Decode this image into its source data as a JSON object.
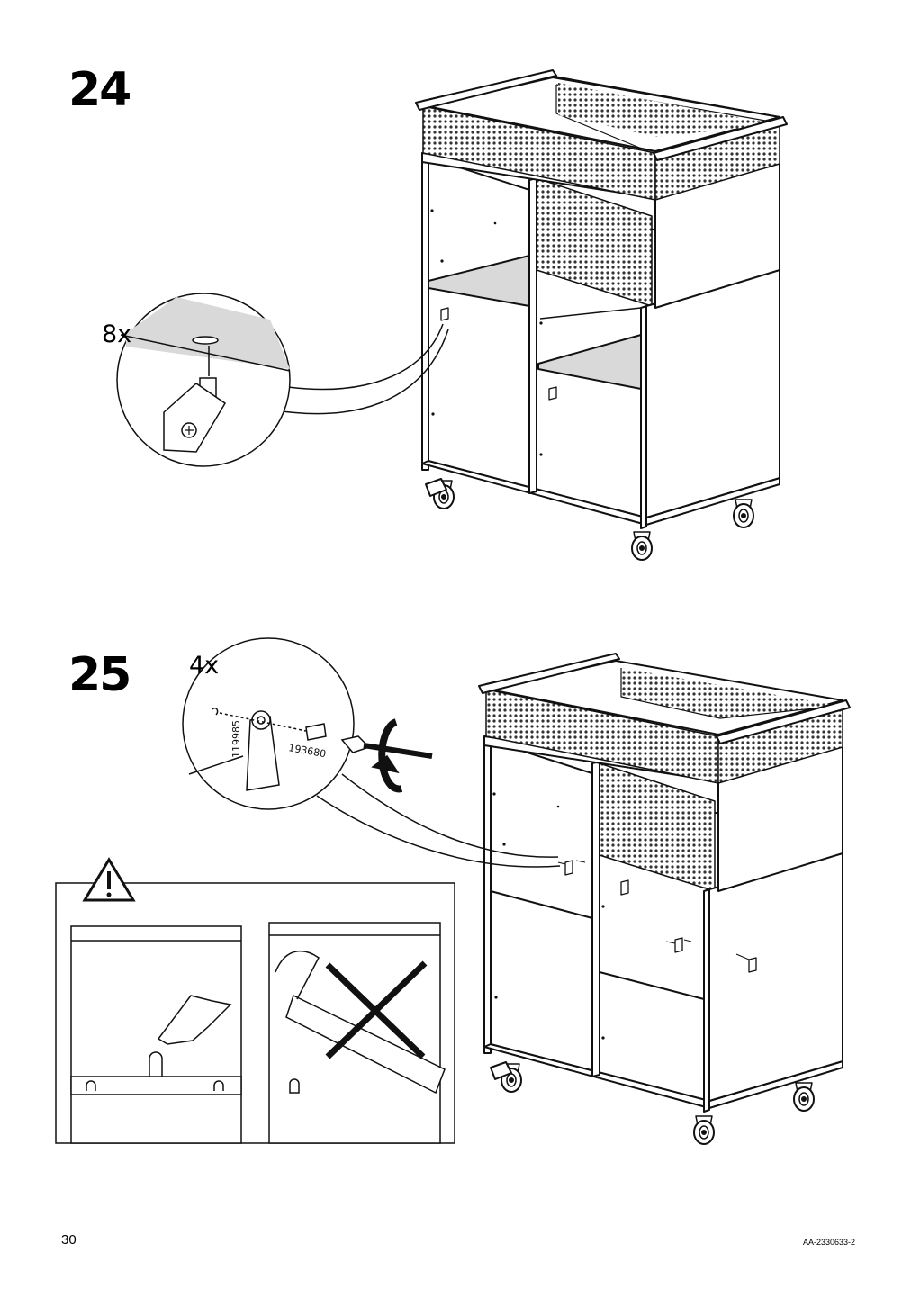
{
  "steps": [
    {
      "number": "24",
      "quantity": "8x"
    },
    {
      "number": "25",
      "quantity": "4x",
      "part_numbers": [
        "119985",
        "193680"
      ]
    }
  ],
  "footer": {
    "page_number": "30",
    "document_id": "AA-2330633-2"
  },
  "warning_panel": {
    "icon": "warning-triangle-icon",
    "correct": "hand-pressing-bracket-icon",
    "incorrect": "cross-mark-icon"
  }
}
